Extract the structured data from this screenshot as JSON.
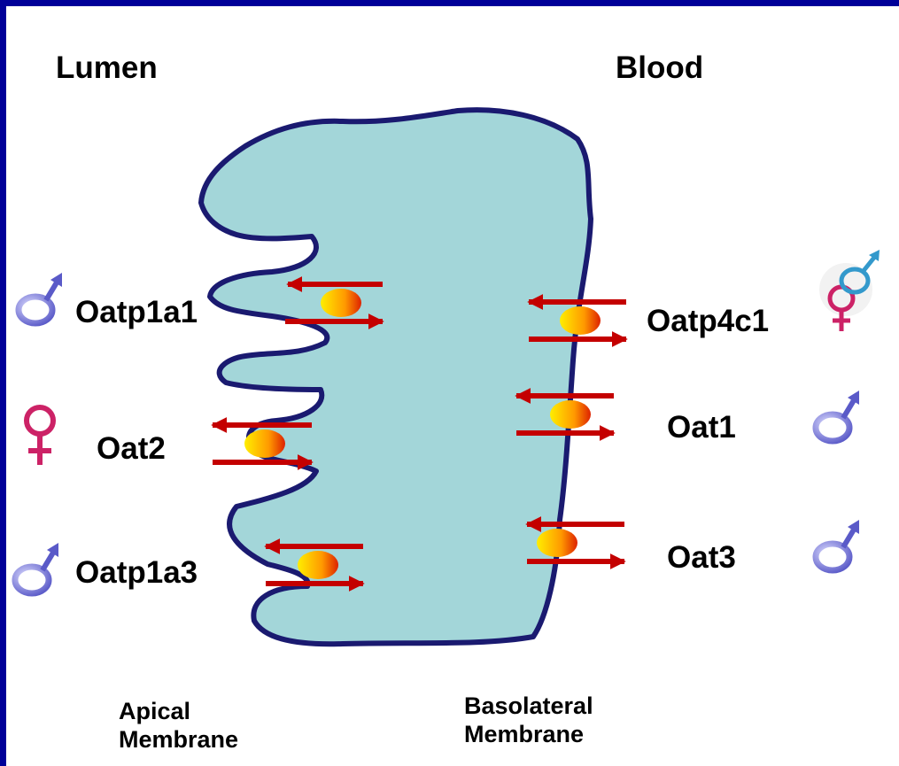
{
  "headers": {
    "left": "Lumen",
    "right": "Blood"
  },
  "transporters": {
    "oatp1a1": "Oatp1a1",
    "oat2": "Oat2",
    "oatp1a3": "Oatp1a3",
    "oatp4c1": "Oatp4c1",
    "oat1": "Oat1",
    "oat3": "Oat3"
  },
  "membranes": {
    "apical_line1": "Apical",
    "apical_line2": "Membrane",
    "basolateral_line1": "Basolateral",
    "basolateral_line2": "Membrane"
  },
  "symbols": {
    "oatp1a1": "male-symbol-icon",
    "oat2": "female-symbol-icon",
    "oatp1a3": "male-symbol-icon",
    "oatp4c1": "male-female-symbol-icon",
    "oat1": "male-symbol-icon",
    "oat3": "male-symbol-icon"
  },
  "colors": {
    "border": "#000099",
    "cell_fill": "#a3d6d9",
    "cell_outline": "#1a1a70",
    "arrow": "#c40000",
    "male": "#5a5ac8",
    "female": "#cc2266"
  }
}
